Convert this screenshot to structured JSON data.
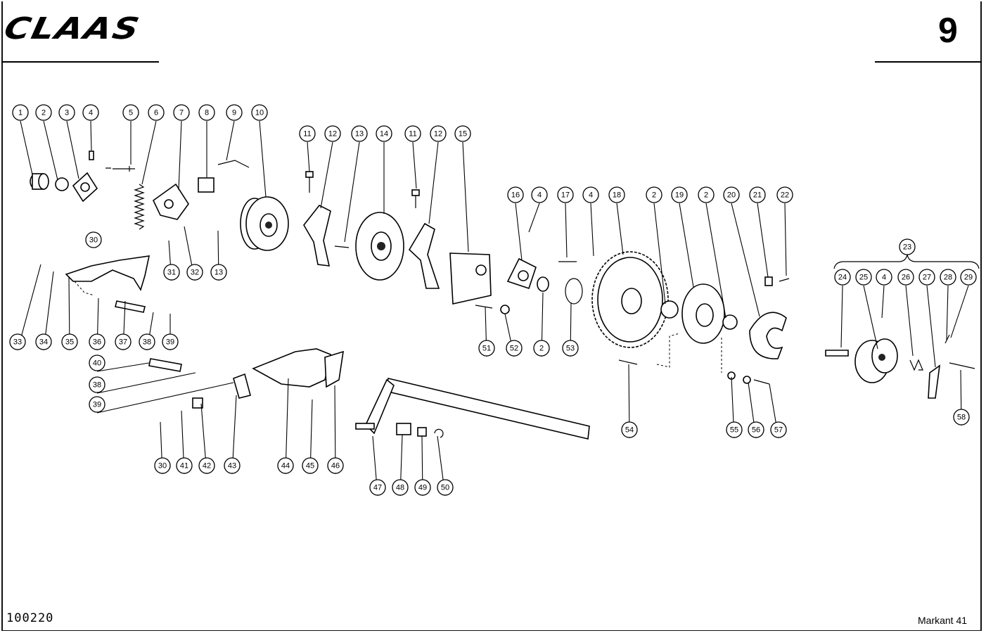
{
  "header": {
    "brand": "CLAAS",
    "page_number": "9"
  },
  "footer": {
    "drawing_number": "100220",
    "model": "Markant 41"
  },
  "callouts": [
    "1",
    "2",
    "3",
    "4",
    "5",
    "6",
    "7",
    "8",
    "9",
    "10",
    "11",
    "12",
    "13",
    "14",
    "11",
    "12",
    "15",
    "16",
    "4",
    "17",
    "4",
    "18",
    "2",
    "19",
    "2",
    "20",
    "21",
    "22",
    "23",
    "24",
    "25",
    "4",
    "26",
    "27",
    "28",
    "29",
    "30",
    "31",
    "32",
    "13",
    "33",
    "34",
    "35",
    "36",
    "37",
    "38",
    "39",
    "40",
    "38",
    "39",
    "51",
    "52",
    "2",
    "53",
    "54",
    "55",
    "56",
    "57",
    "58",
    "30",
    "41",
    "42",
    "43",
    "44",
    "45",
    "46",
    "47",
    "48",
    "49",
    "50"
  ]
}
